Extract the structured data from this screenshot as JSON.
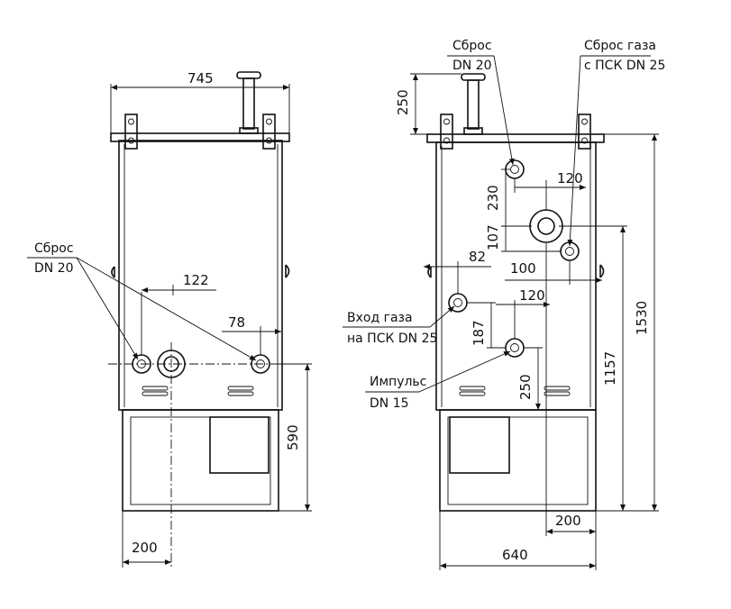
{
  "left_view": {
    "dim_width": "745",
    "dim_bottom_offset": "200",
    "dim_height": "590",
    "dim_spacing_top": "122",
    "dim_spacing_right": "78",
    "label_vent_line1": "Сброс",
    "label_vent_line2": "DN 20"
  },
  "right_view": {
    "label_vent_line1": "Сброс",
    "label_vent_line2": "DN 20",
    "label_psk_line1": "Сброс газа",
    "label_psk_line2": "с ПСК DN 25",
    "label_inlet_line1": "Вход газа",
    "label_inlet_line2": "на ПСК DN 25",
    "label_impulse_line1": "Импульс",
    "label_impulse_line2": "DN 15",
    "dim_top": "250",
    "dim_120_a": "120",
    "dim_230": "230",
    "dim_107": "107",
    "dim_82": "82",
    "dim_100": "100",
    "dim_120_b": "120",
    "dim_187": "187",
    "dim_250_low": "250",
    "dim_1157": "1157",
    "dim_1530": "1530",
    "dim_200": "200",
    "dim_640": "640"
  }
}
